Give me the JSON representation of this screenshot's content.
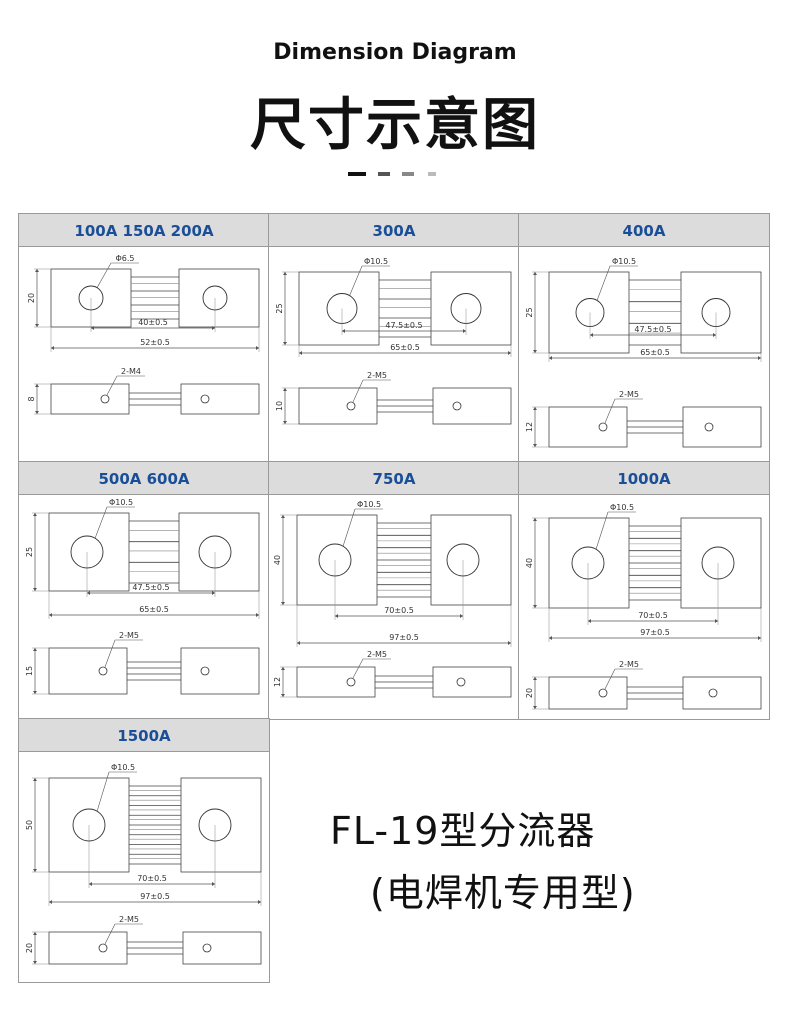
{
  "header": {
    "subtitle": "Dimension Diagram",
    "title": "尺寸示意图",
    "dash_colors": [
      "#111111",
      "#555555",
      "#888888",
      "#bbbbbb"
    ]
  },
  "panels": [
    {
      "heading": "100A 150A 200A",
      "hole_label": "Φ6.5",
      "height_label": "20",
      "pitch_label": "40±0.5",
      "length_label": "52±0.5",
      "screw_label": "2-M4",
      "thickness_label": "8",
      "strips": 4
    },
    {
      "heading": "300A",
      "hole_label": "Φ10.5",
      "height_label": "25",
      "pitch_label": "47.5±0.5",
      "length_label": "65±0.5",
      "screw_label": "2-M5",
      "thickness_label": "10",
      "strips": 4
    },
    {
      "heading": "400A",
      "hole_label": "Φ10.5",
      "height_label": "25",
      "pitch_label": "47.5±0.5",
      "length_label": "65±0.5",
      "screw_label": "2-M5",
      "thickness_label": "12",
      "strips": 4
    },
    {
      "heading": "500A 600A",
      "hole_label": "Φ10.5",
      "height_label": "25",
      "pitch_label": "47.5±0.5",
      "length_label": "65±0.5",
      "screw_label": "2-M5",
      "thickness_label": "15",
      "strips": 4
    },
    {
      "heading": "750A",
      "hole_label": "Φ10.5",
      "height_label": "40",
      "pitch_label": "70±0.5",
      "length_label": "97±0.5",
      "screw_label": "2-M5",
      "thickness_label": "12",
      "strips": 7
    },
    {
      "heading": "1000A",
      "hole_label": "Φ10.5",
      "height_label": "40",
      "pitch_label": "70±0.5",
      "length_label": "97±0.5",
      "screw_label": "2-M5",
      "thickness_label": "20",
      "strips": 7
    },
    {
      "heading": "1500A",
      "hole_label": "Φ10.5",
      "height_label": "50",
      "pitch_label": "70±0.5",
      "length_label": "97±0.5",
      "screw_label": "2-M5",
      "thickness_label": "20",
      "strips": 9
    }
  ],
  "product": {
    "model": "FL-19型分流器",
    "usage": "(电焊机专用型)"
  }
}
